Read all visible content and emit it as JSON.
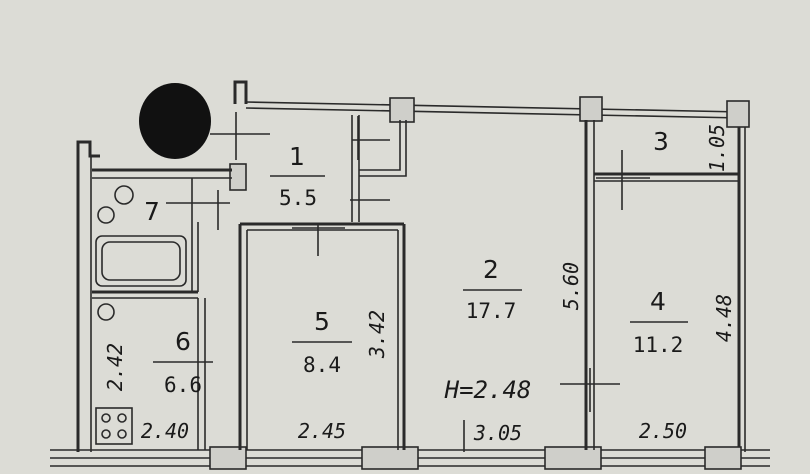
{
  "plan": {
    "rooms": [
      {
        "id": "1",
        "number": "1",
        "area": "5.5"
      },
      {
        "id": "2",
        "number": "2",
        "area": "17.7"
      },
      {
        "id": "3",
        "number": "3",
        "area": ""
      },
      {
        "id": "4",
        "number": "4",
        "area": "11.2"
      },
      {
        "id": "5",
        "number": "5",
        "area": "8.4"
      },
      {
        "id": "6",
        "number": "6",
        "area": "6.6"
      },
      {
        "id": "7",
        "number": "7",
        "area": ""
      }
    ],
    "ceiling_height": "H=2.48",
    "dimensions": {
      "room3_depth": "1.05",
      "room2_depth": "5.60",
      "room4_depth": "4.48",
      "room5_depth": "3.42",
      "room6_depth": "2.42",
      "width_room6": "2.40",
      "width_room5": "2.45",
      "width_room2": "3.05",
      "width_room4": "2.50"
    }
  }
}
